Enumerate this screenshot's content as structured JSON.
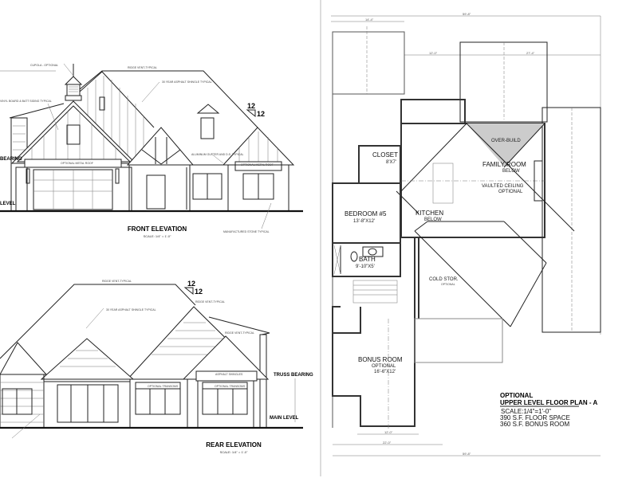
{
  "front_elevation": {
    "title": "FRONT ELEVATION",
    "scale": "SCALE: 1/4\" = 1'-0\"",
    "pitch_rise": "12",
    "pitch_run": "12",
    "notes": {
      "cupola": "CUPOLA - OPTIONAL",
      "ridge": "RIDGE VENT-TYPICAL",
      "shingle": "30 YEAR ASPHALT SHINGLE TYPICAL",
      "siding": "VINYL BOARD & BATT SIDING TYPICAL",
      "metal_roof_left": "OPTIONAL METAL ROOF",
      "metal_roof_right": "OPTIONAL METAL ROOF",
      "gutter": "ALUMINUM GUTTER AND D.S. TYPICAL",
      "stone": "MANUFACTURED STONE TYPICAL",
      "bearing": "BEARING",
      "level": "LEVEL"
    }
  },
  "rear_elevation": {
    "title": "REAR ELEVATION",
    "scale": "SCALE: 1/4\" = 1'-0\"",
    "pitch_rise": "12",
    "pitch_run": "12",
    "notes": {
      "ridge_top": "RIDGE VENT-TYPICAL",
      "ridge_mid": "RIDGE VENT-TYPICAL",
      "ridge_right": "RIDGE VENT-TYPICAL",
      "shingle": "30 YEAR ASPHALT SHINGLE TYPICAL",
      "asphalt": "ASPHALT SHINGLES",
      "transom_1": "OPTIONAL TRANSOMS",
      "transom_2": "OPTIONAL TRANSOMS",
      "truss_bearing": "TRUSS BEARING",
      "main_level": "MAIN LEVEL"
    }
  },
  "floor_plan": {
    "rooms": {
      "closet": "CLOSET",
      "closet_size": "8'X7'",
      "over_build": "OVER-BUILD",
      "family_room": "FAMILY ROOM",
      "family_below": "BELOW",
      "vaulted": "VAULTED CEILING",
      "vaulted_opt": "OPTIONAL",
      "kitchen": "KITCHEN",
      "kitchen_below": "BELOW",
      "bedroom": "BEDROOM #5",
      "bedroom_size": "13'-8\"X12'",
      "bath": "BATH",
      "bath_size": "9'-10\"X5'",
      "cold_stor": "COLD STOR.",
      "cold_opt": "OPTIONAL",
      "bonus": "BONUS ROOM",
      "bonus_opt": "OPTIONAL",
      "bonus_size": "16'-6\"X12'"
    },
    "dimensions": {
      "top_overall": "59'-8\"",
      "top_left": "14'-4\"",
      "top_mid": "12'-0\"",
      "top_right": "27'-4\"",
      "bottom_1": "12'-0\"",
      "bottom_2": "22'-0\"",
      "bottom_overall": "59'-8\""
    },
    "title_block": {
      "line1": "OPTIONAL",
      "line2": "UPPER LEVEL FLOOR PLAN - A",
      "scale": "SCALE:1/4\"=1'-0\"",
      "floor_space": "390 S.F. FLOOR SPACE",
      "bonus_space": "360 S.F. BONUS ROOM"
    }
  }
}
